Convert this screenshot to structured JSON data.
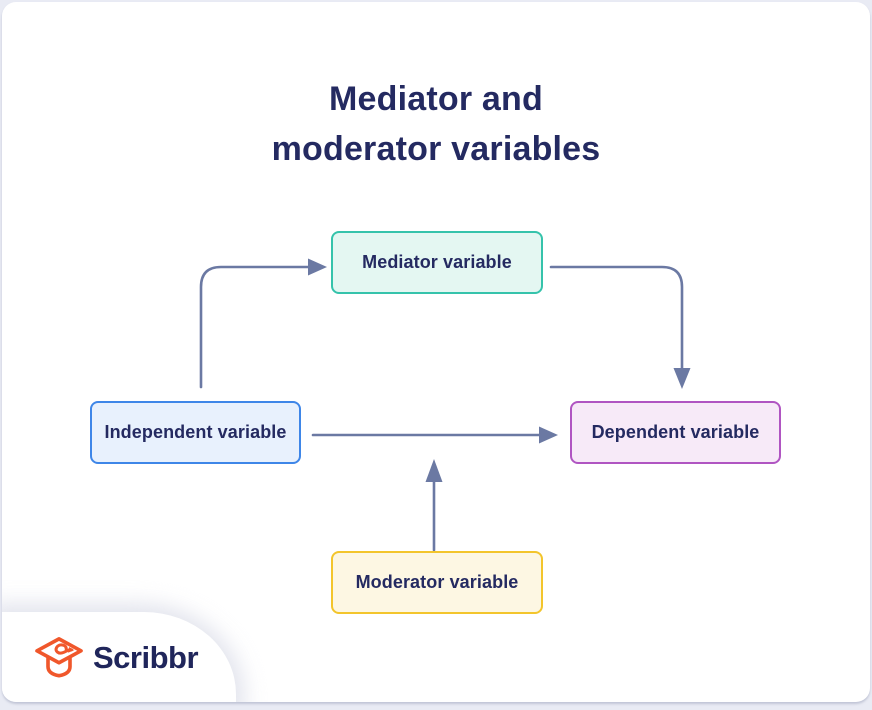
{
  "title": {
    "line1": "Mediator and",
    "line2": "moderator variables"
  },
  "boxes": {
    "mediator": {
      "label": "Mediator variable",
      "border_color": "#35c3ab",
      "fill_color": "#e4f7f2"
    },
    "independent": {
      "label": "Independent variable",
      "border_color": "#3e86e8",
      "fill_color": "#e8f1fd"
    },
    "dependent": {
      "label": "Dependent variable",
      "border_color": "#b055c2",
      "fill_color": "#f7eaf8"
    },
    "moderator": {
      "label": "Moderator variable",
      "border_color": "#f3c52c",
      "fill_color": "#fdf7e3"
    }
  },
  "arrows": [
    {
      "name": "independent-to-mediator",
      "from": "independent",
      "to": "mediator"
    },
    {
      "name": "mediator-to-dependent",
      "from": "mediator",
      "to": "dependent"
    },
    {
      "name": "independent-to-dependent",
      "from": "independent",
      "to": "dependent"
    },
    {
      "name": "moderator-to-path",
      "from": "moderator",
      "to": "independent-dependent-arrow"
    }
  ],
  "logo": {
    "text": "Scribbr",
    "icon": "graduation-cap-icon",
    "icon_color": "#f0572b",
    "text_color": "#20265b"
  },
  "colors": {
    "page_background": "#e9ebf4",
    "card_background": "#ffffff",
    "arrow": "#6b79a3",
    "heading_text": "#242a61"
  }
}
